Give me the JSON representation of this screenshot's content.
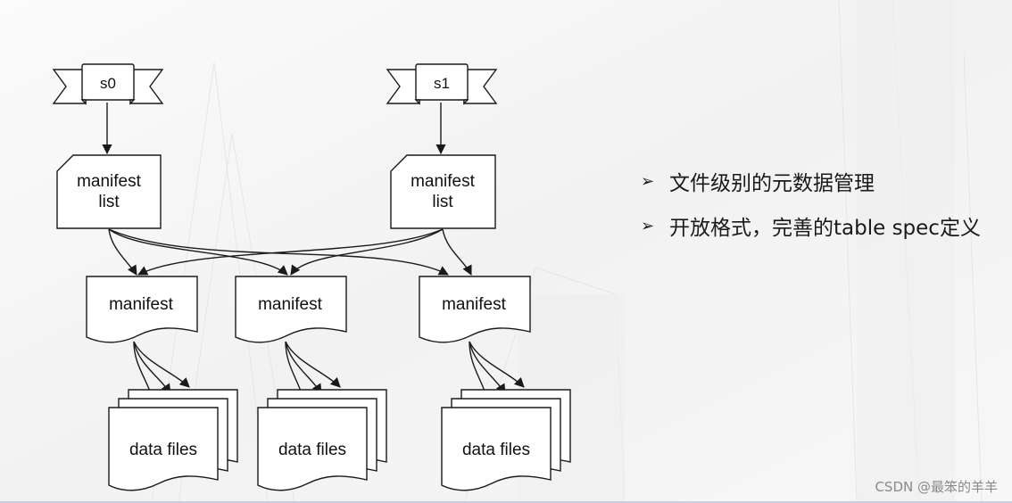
{
  "diagram": {
    "snapshots": [
      {
        "id": "s0",
        "label": "s0"
      },
      {
        "id": "s1",
        "label": "s1"
      }
    ],
    "manifest_lists": [
      {
        "id": "ml0",
        "line1": "manifest",
        "line2": "list"
      },
      {
        "id": "ml1",
        "line1": "manifest",
        "line2": "list"
      }
    ],
    "manifests": [
      {
        "id": "m0",
        "label": "manifest"
      },
      {
        "id": "m1",
        "label": "manifest"
      },
      {
        "id": "m2",
        "label": "manifest"
      }
    ],
    "data_files": [
      {
        "id": "d0",
        "label": "data files"
      },
      {
        "id": "d1",
        "label": "data files"
      },
      {
        "id": "d2",
        "label": "data files"
      }
    ],
    "edges": [
      [
        "s0",
        "ml0"
      ],
      [
        "s1",
        "ml1"
      ],
      [
        "ml0",
        "m0"
      ],
      [
        "ml0",
        "m1"
      ],
      [
        "ml0",
        "m2"
      ],
      [
        "ml1",
        "m0"
      ],
      [
        "ml1",
        "m1"
      ],
      [
        "ml1",
        "m2"
      ],
      [
        "m0",
        "d0"
      ],
      [
        "m1",
        "d1"
      ],
      [
        "m2",
        "d2"
      ]
    ]
  },
  "bullets": [
    {
      "marker": "➢",
      "text": "文件级别的元数据管理"
    },
    {
      "marker": "➢",
      "text": "开放格式，完善的table spec定义"
    }
  ],
  "watermark": "CSDN @最笨的羊羊",
  "colors": {
    "stroke": "#1a1a1a",
    "background": "#f4f4f4"
  }
}
